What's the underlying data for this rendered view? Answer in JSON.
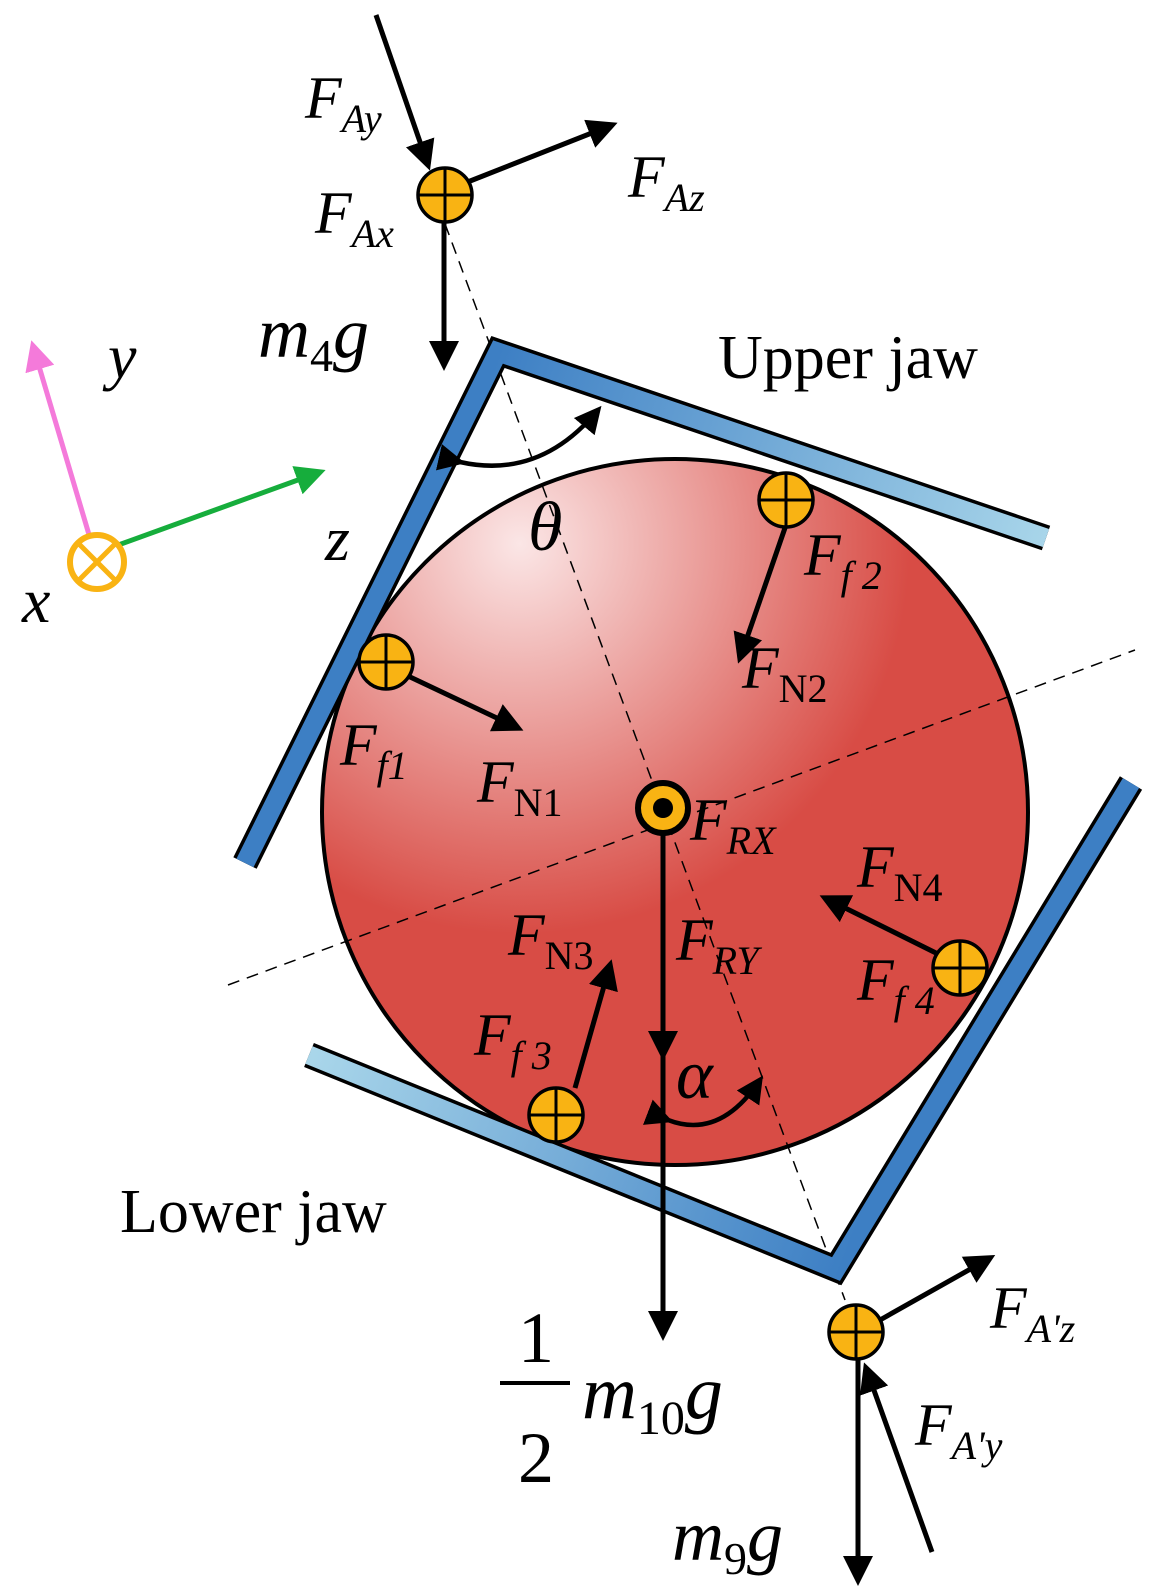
{
  "colors": {
    "ball_light": "#fbe6e6",
    "ball_dark": "#d84c45",
    "jaw_dark": "#3d7fc4",
    "jaw_light": "#a9d6ea",
    "contact_point": "#f9b313",
    "axis_y": "#f47ada",
    "axis_z": "#16ad3c",
    "axis_x": "#f9b313"
  },
  "labels": {
    "upper_jaw": "Upper jaw",
    "lower_jaw": "Lower jaw",
    "theta": "θ",
    "alpha": "α",
    "axis_x": "x",
    "axis_y": "y",
    "axis_z": "z"
  },
  "forces": {
    "FAy": {
      "main": "F",
      "sub": "Ay"
    },
    "FAz": {
      "main": "F",
      "sub": "Az"
    },
    "FAx": {
      "main": "F",
      "sub": "Ax"
    },
    "m4g": {
      "main": "m",
      "sub": "4",
      "tail": "g"
    },
    "Ff2": {
      "main": "F",
      "sub": "f 2"
    },
    "FN2": {
      "main": "F",
      "sub": "N2"
    },
    "Ff1": {
      "main": "F",
      "sub": "f1"
    },
    "FN1": {
      "main": "F",
      "sub": "N1"
    },
    "FRX": {
      "main": "F",
      "sub": "RX"
    },
    "FRY": {
      "main": "F",
      "sub": "RY"
    },
    "FN4": {
      "main": "F",
      "sub": "N4"
    },
    "Ff4": {
      "main": "F",
      "sub": "f 4"
    },
    "FN3": {
      "main": "F",
      "sub": "N3"
    },
    "Ff3": {
      "main": "F",
      "sub": "f 3"
    },
    "FApz": {
      "main": "F",
      "sub": "A'z"
    },
    "FApy": {
      "main": "F",
      "sub": "A'y"
    },
    "m9g": {
      "main": "m",
      "sub": "9",
      "tail": "g"
    },
    "half_m10g": {
      "num": "1",
      "den": "2",
      "main": "m",
      "sub": "10",
      "tail": "g"
    }
  }
}
